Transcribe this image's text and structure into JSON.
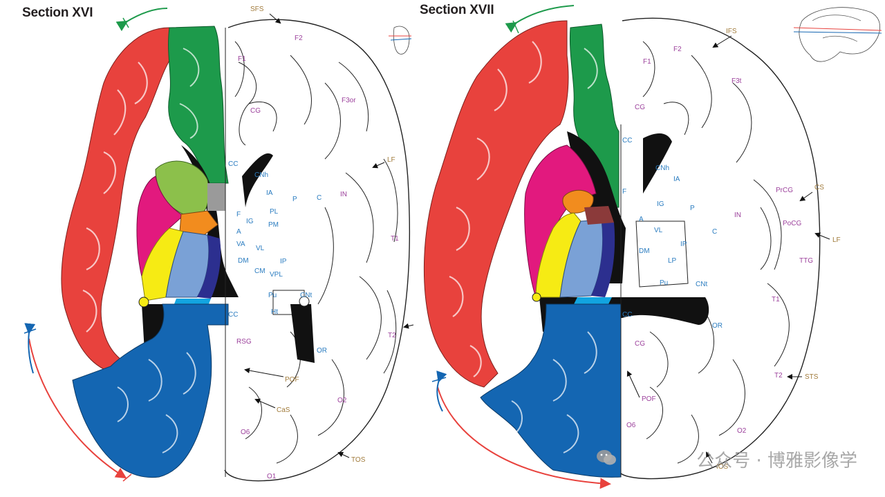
{
  "titles": {
    "left": "Section XVI",
    "right": "Section XVII"
  },
  "colors": {
    "frontal_red": "#e8423d",
    "green": "#1d9a4b",
    "blue": "#1466b2",
    "light_green": "#8cc04b",
    "magenta": "#e2197e",
    "orange": "#f28c1e",
    "yellow": "#f6eb14",
    "steel_blue": "#7aa1d6",
    "navy": "#2c2f8f",
    "cyan": "#12a4e0",
    "black": "#111111",
    "purple_label": "#9b3f9b",
    "blue_label": "#2a7cc0",
    "orange_label": "#a07a3a"
  },
  "left_labels": {
    "purple": [
      "F2",
      "F1",
      "CG",
      "F3or",
      "IN",
      "T1",
      "T2",
      "O2",
      "O6",
      "O1",
      "RSG"
    ],
    "blue": [
      "CC",
      "CNh",
      "IA",
      "P",
      "C",
      "IG",
      "PL",
      "PM",
      "F",
      "A",
      "VA",
      "VL",
      "DM",
      "IP",
      "CM",
      "VPL",
      "Pu",
      "CNt",
      "Ht",
      "CC",
      "OR"
    ],
    "orange": [
      "SFS",
      "LF",
      "POF",
      "CaS",
      "TOS"
    ]
  },
  "right_labels": {
    "purple": [
      "F2",
      "F1",
      "F3t",
      "CG",
      "PrCG",
      "PoCG",
      "IN",
      "TTG",
      "T1",
      "T2",
      "CG",
      "POF",
      "O6",
      "O2",
      "IOS"
    ],
    "blue": [
      "CC",
      "CNh",
      "IA",
      "F",
      "IG",
      "P",
      "A",
      "VL",
      "C",
      "DM",
      "LP",
      "IP",
      "Pu",
      "CNt",
      "CC",
      "OR"
    ],
    "orange": [
      "IFS",
      "CS",
      "LF",
      "STS"
    ]
  },
  "watermark": {
    "icon": "wechat-icon",
    "text": "公众号 · 博雅影像学"
  }
}
